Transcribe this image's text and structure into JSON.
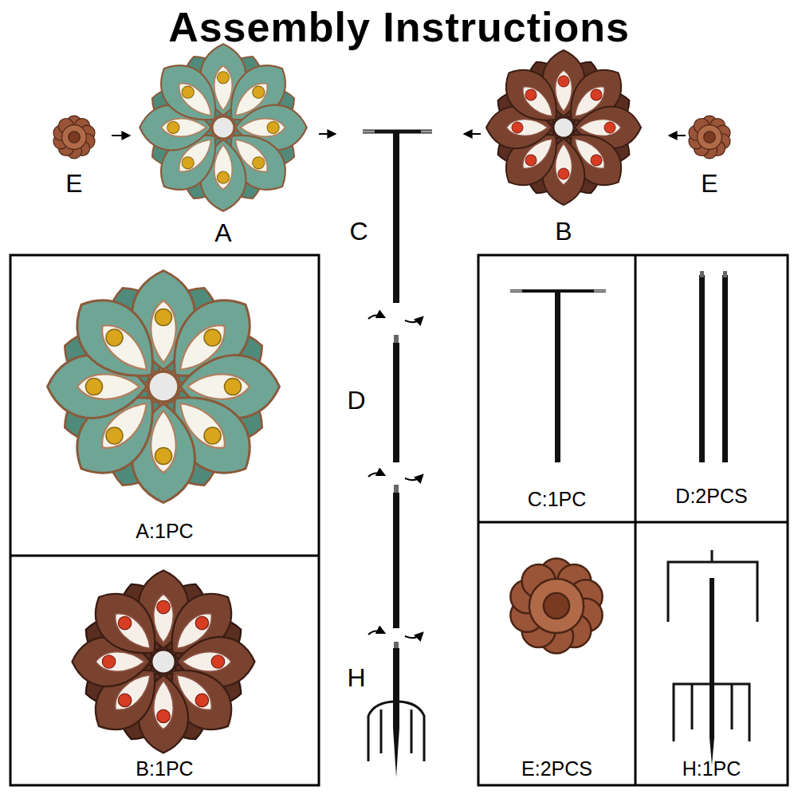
{
  "diagram": {
    "title": "Assembly Instructions",
    "nodes": [
      {
        "text": [
          "A:1PC"
        ]
      },
      {
        "text": [
          "B:1PC"
        ]
      },
      {
        "text": [
          "C:1PC"
        ]
      },
      {
        "text": [
          "D:2PCS"
        ]
      },
      {
        "text": [
          "E:2PCS"
        ]
      },
      {
        "text": [
          "H:1PC"
        ]
      }
    ],
    "labels": [
      "E",
      "A",
      "C",
      "B",
      "E",
      "D",
      "H"
    ]
  }
}
